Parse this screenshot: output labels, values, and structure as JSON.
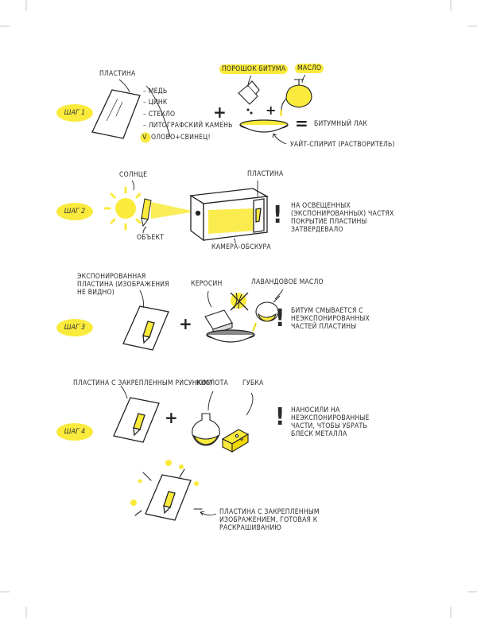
{
  "colors": {
    "accent": "#f9ea3c",
    "ink": "#2b2b2b"
  },
  "steps": [
    {
      "badge": "ШАГ 1"
    },
    {
      "badge": "ШАГ 2"
    },
    {
      "badge": "ШАГ 3"
    },
    {
      "badge": "ШАГ 4"
    }
  ],
  "step1": {
    "plate_label": "ПЛАСТИНА",
    "materials": [
      "– МЕДЬ",
      "– ЦИНК",
      "– СТЕКЛО",
      "– ЛИТОГРАФСКИЙ КАМЕНЬ",
      "ОЛОВО+СВИНЕЦ!"
    ],
    "bitumen_label": "ПОРОШОК БИТУМА",
    "oil_label": "МАСЛО",
    "result_label": "БИТУМНЫЙ ЛАК",
    "solvent_label": "УАЙТ-СПИРИТ (РАСТВОРИТЕЛЬ)"
  },
  "step2": {
    "sun_label": "СОЛНЦЕ",
    "object_label": "ОБЪЕКТ",
    "plate_label": "ПЛАСТИНА",
    "camera_label": "КАМЕРА-ОБСКУРА",
    "note": "НА ОСВЕЩЕННЫХ (ЭКСПОНИРОВАННЫХ) ЧАСТЯХ ПОКРЫТИЕ ПЛАСТИНЫ ЗАТВЕРДЕВАЛО"
  },
  "step3": {
    "plate_label": "ЭКСПОНИРОВАННАЯ ПЛАСТИНА (ИЗОБРАЖЕНИЯ НЕ ВИДНО)",
    "kerosene_label": "КЕРОСИН",
    "lavender_label": "ЛАВАНДОВОЕ МАСЛО",
    "note": "БИТУМ СМЫВАЕТСЯ С НЕЭКСПОНИРОВАННЫХ ЧАСТЕЙ ПЛАСТИНЫ"
  },
  "step4": {
    "plate_label": "ПЛАСТИНА С ЗАКРЕПЛЕННЫМ РИСУНКОМ",
    "acid_label": "КИСЛОТА",
    "sponge_label": "ГУБКА",
    "note": "НАНОСИЛИ НА НЕЭКСПОНИРОВАННЫЕ ЧАСТИ, ЧТОБЫ УБРАТЬ БЛЕСК МЕТАЛЛА"
  },
  "final": {
    "label": "ПЛАСТИНА С ЗАКРЕПЛЕННЫМ ИЗОБРАЖЕНИЕМ, ГОТОВАЯ К РАСКРАШИВАНИЮ"
  },
  "symbols": {
    "plus": "+",
    "equals": "=",
    "exclaim": "!",
    "check": "V"
  }
}
